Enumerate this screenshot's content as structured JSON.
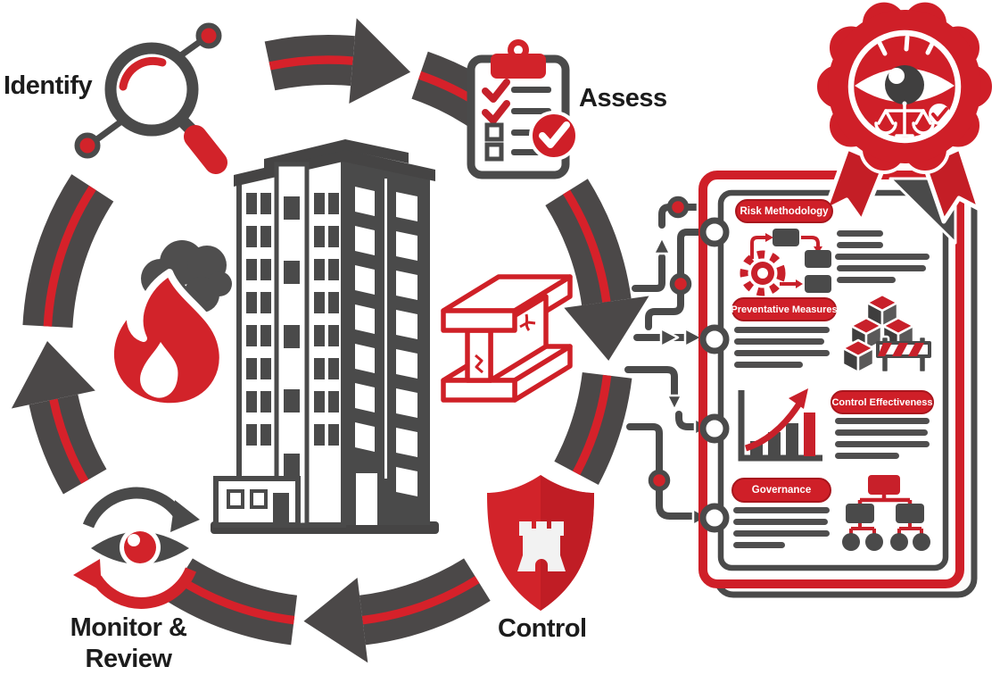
{
  "colors": {
    "accent_red": "#d2232a",
    "deep_red": "#b9171e",
    "dark_gray": "#4a4a4a",
    "label_text": "#1c1c1c"
  },
  "cycle": {
    "direction": "clockwise",
    "stages": [
      {
        "id": "identify",
        "label": "Identify",
        "icon": "magnifying-glass-icon"
      },
      {
        "id": "assess",
        "label": "Assess",
        "icon": "clipboard-checklist-icon"
      },
      {
        "id": "control",
        "label": "Control",
        "icon": "shield-castle-icon"
      },
      {
        "id": "monitor_review",
        "label": "Monitor & Review",
        "icon": "eye-refresh-icon"
      }
    ]
  },
  "center": {
    "icons": [
      "smoke-fire-icon",
      "tower-block-icon",
      "cracked-steel-beam-icon"
    ]
  },
  "report": {
    "sections": [
      {
        "label": "Risk Methodology",
        "icon": "flowchart-gear-icon"
      },
      {
        "label": "Preventative Measures",
        "icon": "cube-stack-barrier-icon"
      },
      {
        "label": "Control Effectiveness",
        "icon": "growth-bar-chart-icon"
      },
      {
        "label": "Governance",
        "icon": "org-chart-icon"
      }
    ]
  },
  "badge": {
    "icon": "award-rosette-eye-scales-icon"
  }
}
